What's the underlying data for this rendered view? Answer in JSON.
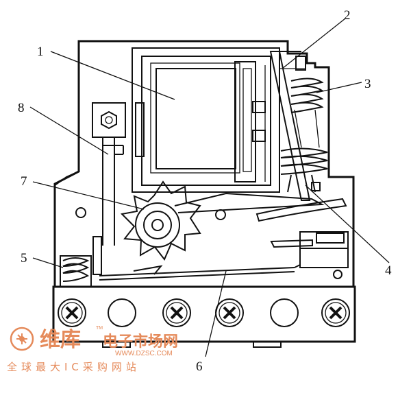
{
  "callouts": [
    {
      "label": "1",
      "part": "coil"
    },
    {
      "label": "2",
      "part": "armature"
    },
    {
      "label": "3",
      "part": "upper-spring"
    },
    {
      "label": "4",
      "part": "lower-spring"
    },
    {
      "label": "5",
      "part": "terminal-spring"
    },
    {
      "label": "6",
      "part": "bottom-plate"
    },
    {
      "label": "7",
      "part": "ratchet-wheel"
    },
    {
      "label": "8",
      "part": "adjust-rod"
    }
  ],
  "watermark": {
    "brand": "维库",
    "tagline": "电子市场网",
    "url": "WWW.DZSC.COM",
    "subtitle": "全球最大IC采购网站",
    "tm": "TM",
    "color": "#e58a5a"
  }
}
